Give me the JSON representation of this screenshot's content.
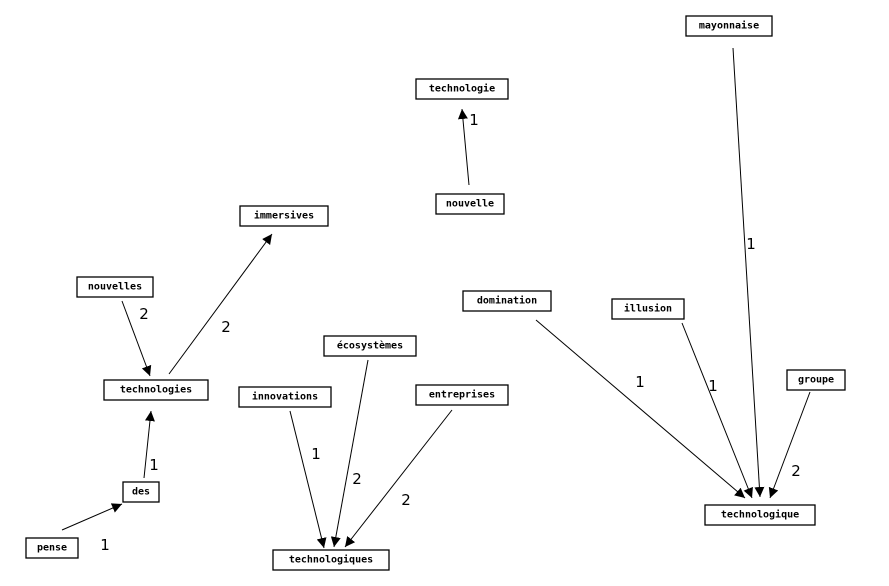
{
  "colors": {
    "background": "#ffffff",
    "stroke": "#000000",
    "text": "#000000"
  },
  "nodes": [
    {
      "id": "mayonnaise",
      "label": "mayonnaise"
    },
    {
      "id": "technologie",
      "label": "technologie"
    },
    {
      "id": "nouvelle",
      "label": "nouvelle"
    },
    {
      "id": "immersives",
      "label": "immersives"
    },
    {
      "id": "nouvelles",
      "label": "nouvelles"
    },
    {
      "id": "domination",
      "label": "domination"
    },
    {
      "id": "illusion",
      "label": "illusion"
    },
    {
      "id": "ecosystemes",
      "label": "écosystèmes"
    },
    {
      "id": "groupe",
      "label": "groupe"
    },
    {
      "id": "technologies",
      "label": "technologies"
    },
    {
      "id": "innovations",
      "label": "innovations"
    },
    {
      "id": "entreprises",
      "label": "entreprises"
    },
    {
      "id": "des",
      "label": "des"
    },
    {
      "id": "technologique",
      "label": "technologique"
    },
    {
      "id": "pense",
      "label": "pense"
    },
    {
      "id": "technologiques",
      "label": "technologiques"
    }
  ],
  "edges": [
    {
      "from": "nouvelle",
      "to": "technologie",
      "weight": "1"
    },
    {
      "from": "mayonnaise",
      "to": "technologique",
      "weight": "1"
    },
    {
      "from": "domination",
      "to": "technologique",
      "weight": "1"
    },
    {
      "from": "illusion",
      "to": "technologique",
      "weight": "1"
    },
    {
      "from": "groupe",
      "to": "technologique",
      "weight": "2"
    },
    {
      "from": "nouvelles",
      "to": "technologies",
      "weight": "2"
    },
    {
      "from": "technologies",
      "to": "immersives",
      "weight": "2"
    },
    {
      "from": "des",
      "to": "technologies",
      "weight": "1"
    },
    {
      "from": "pense",
      "to": "des",
      "weight": "1"
    },
    {
      "from": "innovations",
      "to": "technologiques",
      "weight": "1"
    },
    {
      "from": "ecosystemes",
      "to": "technologiques",
      "weight": "2"
    },
    {
      "from": "entreprises",
      "to": "technologiques",
      "weight": "2"
    }
  ]
}
